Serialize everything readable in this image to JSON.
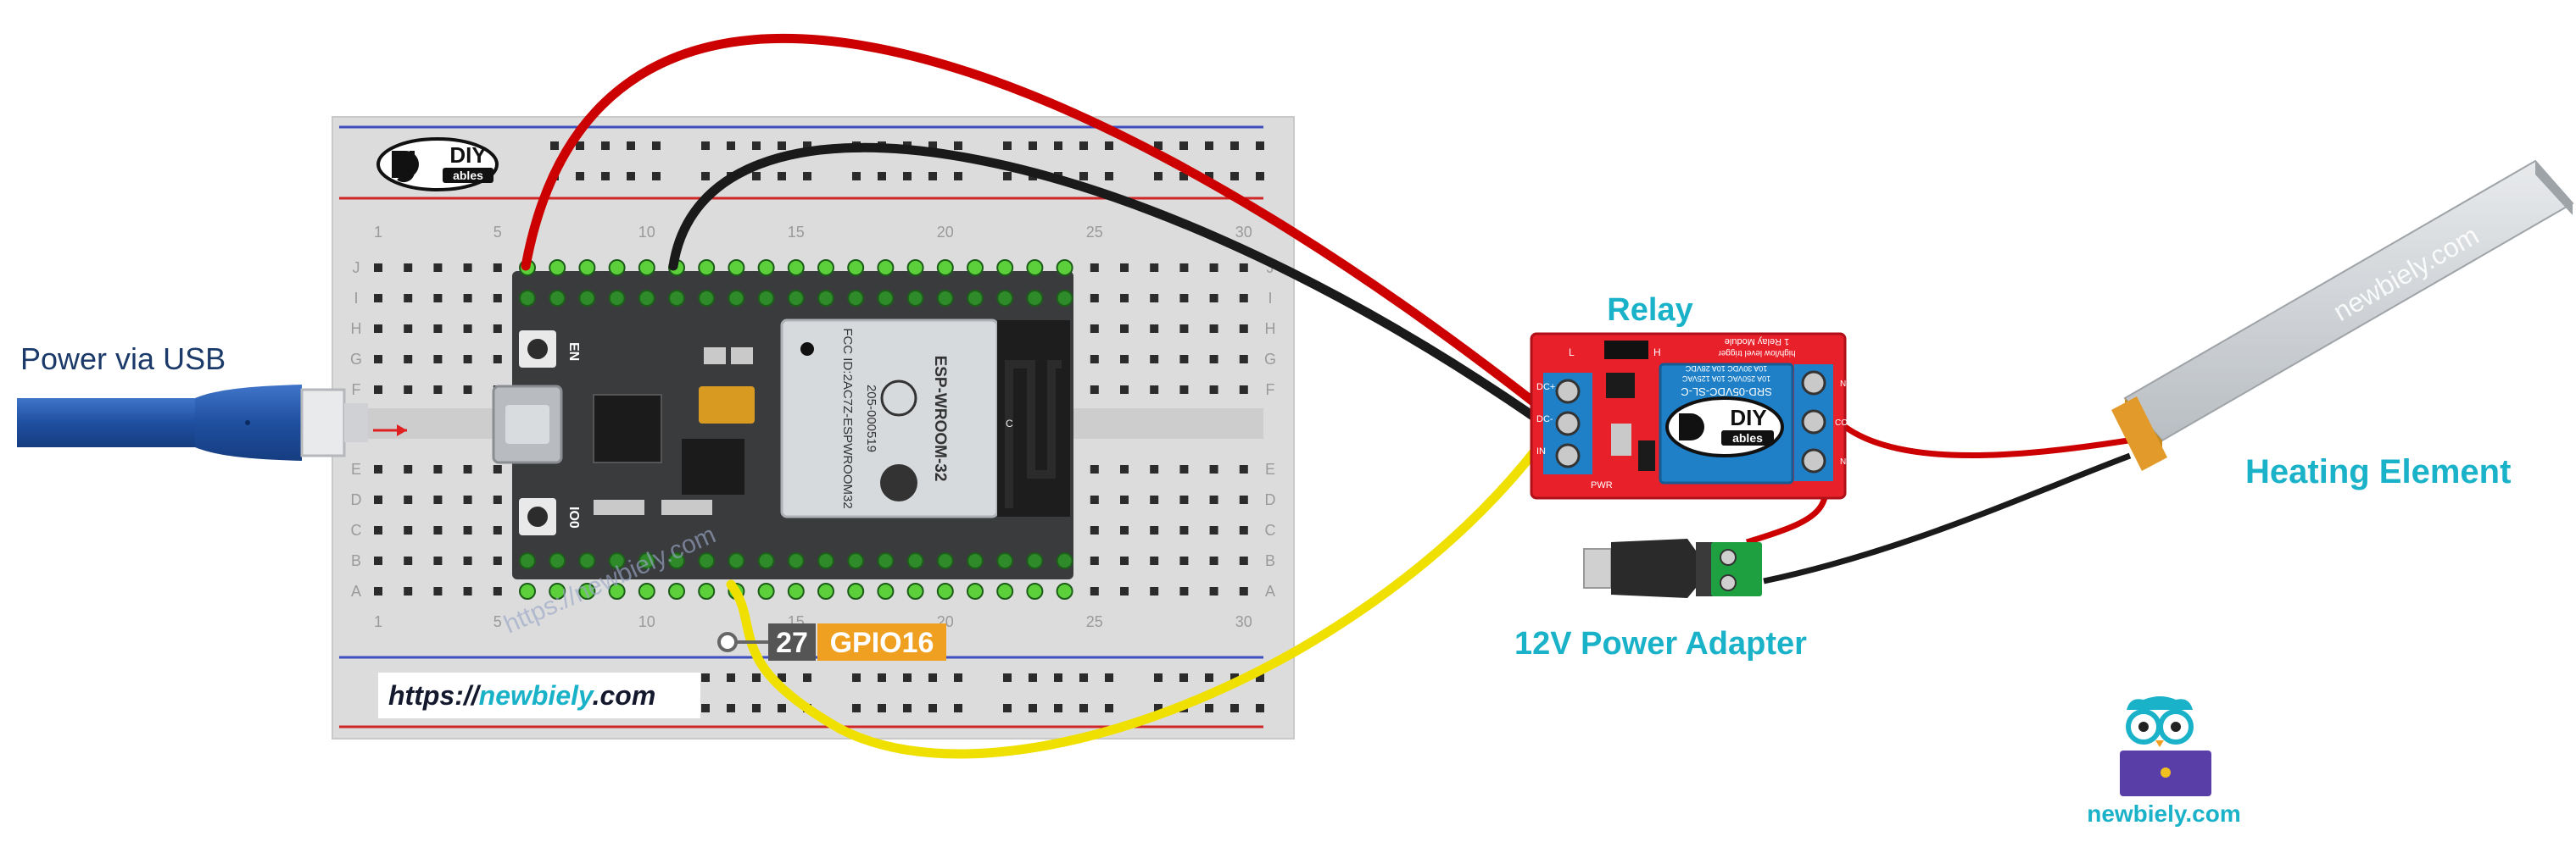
{
  "labels": {
    "power_usb": "Power via USB",
    "relay": "Relay",
    "heating_element": "Heating Element",
    "power_adapter": "12V Power Adapter",
    "pin_number": "27",
    "pin_name": "GPIO16",
    "url_prefix": "https://",
    "url_domain": "newbiely",
    "url_suffix": ".com",
    "watermark_breadboard": "https://newbiely.com",
    "watermark_heater": "newbiely.com",
    "brand_footer": "newbiely.com"
  },
  "board": {
    "diy_logo_line1": "DIY",
    "diy_logo_line2": "ables",
    "col_numbers": [
      "1",
      "5",
      "10",
      "15",
      "20",
      "25",
      "30"
    ],
    "row_letters_top": [
      "J",
      "I",
      "H",
      "G",
      "F"
    ],
    "row_letters_bottom": [
      "E",
      "D",
      "C",
      "B",
      "A"
    ],
    "en_label": "EN",
    "io0_label": "IO0",
    "module_name": "ESP-WROOM-32",
    "fcc_id": "FCC ID:2AC7Z-ESPWROOM32",
    "module_code": "205-000519",
    "antenna_mark": "C"
  },
  "relay_module": {
    "header": "1 Relay Module",
    "trigger": "high/low level trigger",
    "coil_line1": "SRD-05VDC-SL-C",
    "coil_line2": "10A 250VAC 10A 125VAC",
    "coil_line3": "10A 30VDC 10A 28VDC",
    "logo_line1": "DIY",
    "logo_line2": "ables",
    "pin_labels": [
      "DC+",
      "DC-",
      "IN"
    ],
    "terminal_labels": [
      "NO",
      "COM",
      "NC"
    ],
    "jumper_labels": [
      "L",
      "H"
    ],
    "led_label": "PWR"
  },
  "colors": {
    "wire_red": "#cc0000",
    "wire_black": "#1a1a1a",
    "wire_yellow": "#f0e000",
    "label_teal": "#1ab2c8",
    "pin_orange": "#f0a020",
    "pin_grey": "#555555",
    "usb_blue": "#1f4fa0"
  }
}
